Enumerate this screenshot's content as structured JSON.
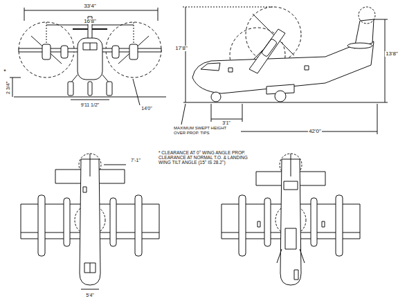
{
  "diagram": {
    "labels": [
      "33'4\"",
      "16'8\"",
      "*",
      "2 3/4\"",
      "9'11 1/2\"",
      "14'0\"",
      "17'8\"",
      "13'8\"",
      "3'1\"",
      "42'0\"",
      "MAXIMUM SWEPT HEIGHT OVER PROP. TIPS",
      "7'-1\"",
      "* CLEARANCE AT 0° WING ANGLE PROP. CLEARANCE AT NORMAL T.O. & LANDING WING TILT ANGLE (15° IS 28.2°)",
      "5'4\""
    ]
  }
}
